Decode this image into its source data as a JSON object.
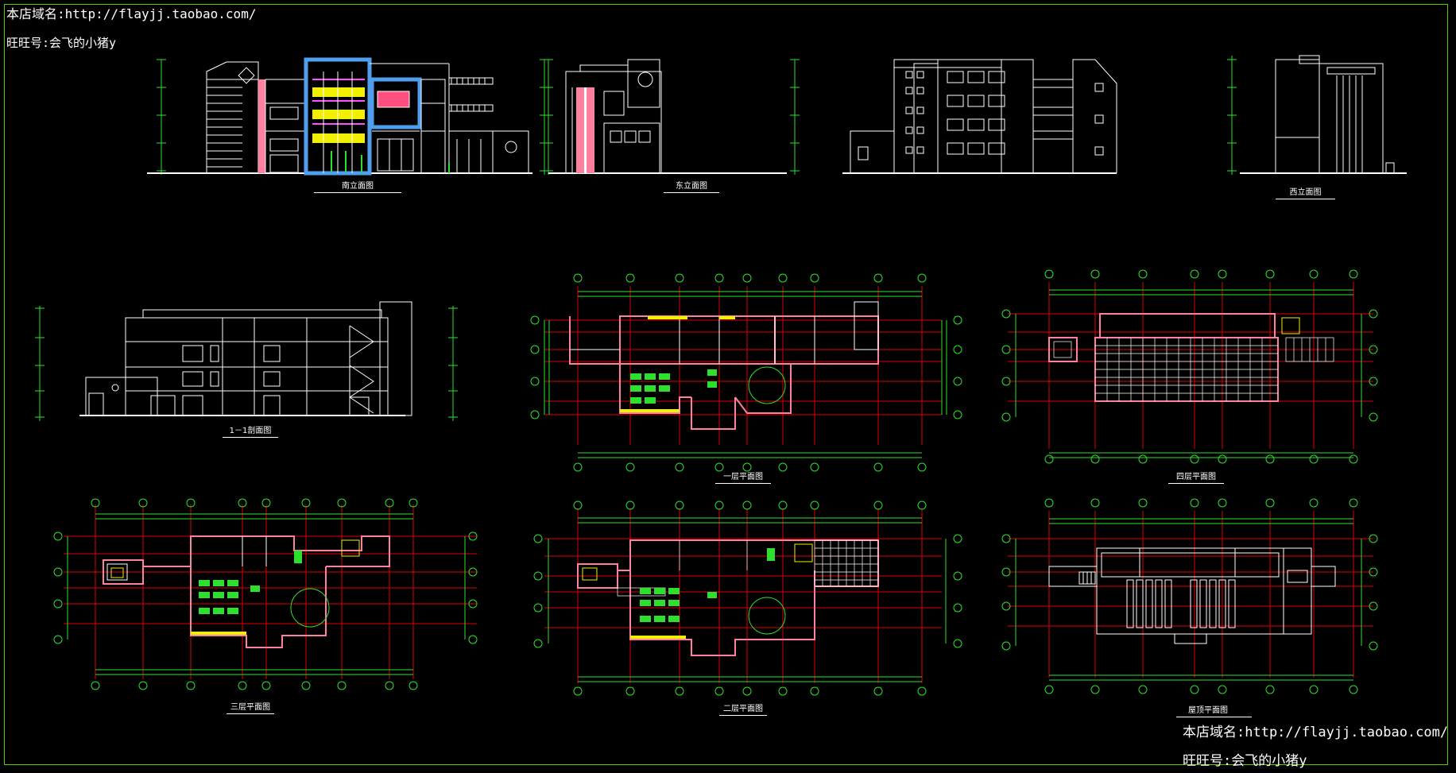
{
  "watermark_top": {
    "domain_line": "本店域名:http://flayjj.taobao.com/",
    "wangwang_line": "旺旺号:会飞的小猪y"
  },
  "watermark_bottom": {
    "domain_line": "本店域名:http://flayjj.taobao.com/",
    "wangwang_line": "旺旺号:会飞的小猪y"
  },
  "drawings": {
    "south_elevation": {
      "caption": "南立面图"
    },
    "east_elevation": {
      "caption": "东立面图"
    },
    "north_elevation": {
      "caption": ""
    },
    "west_elevation": {
      "caption": "西立面图"
    },
    "section_1_1": {
      "caption": "1－1剖面图"
    },
    "floor1_plan": {
      "caption": "一层平面图"
    },
    "floor4_plan": {
      "caption": "四层平面图"
    },
    "floor3_plan": {
      "caption": "三层平面图"
    },
    "floor2_plan": {
      "caption": "二层平面图"
    },
    "roof_plan": {
      "caption": "屋顶平面图"
    }
  },
  "colors": {
    "background": "#000000",
    "border": "#4cd000",
    "line_white": "#ffffff",
    "grid_red": "#e00000",
    "dim_green": "#2ee02e",
    "accent_yellow": "#f0f000",
    "accent_pink": "#ff7f9f",
    "accent_blue": "#4f9fef",
    "accent_magenta": "#ff4fff"
  }
}
